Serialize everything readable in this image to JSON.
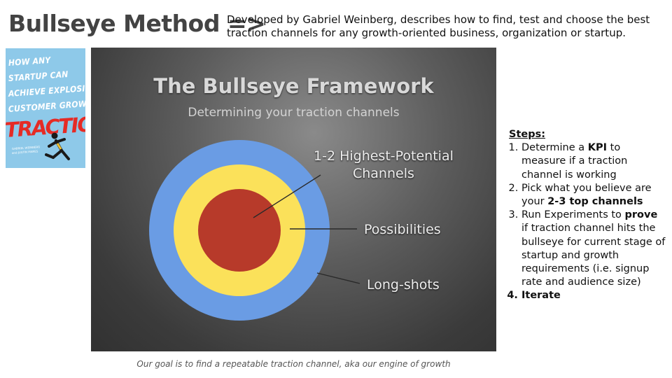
{
  "header": {
    "title": "Bullseye Method =>",
    "description": "Developed by Gabriel Weinberg, describes how to find, test and choose the best traction channels for any growth-oriented business, organization or startup."
  },
  "book": {
    "tagline": [
      "HOW ANY",
      "STARTUP CAN",
      "ACHIEVE EXPLOSIVE",
      "CUSTOMER GROWTH"
    ],
    "title": "TRACTION",
    "authors": [
      "GABRIEL WEINBERG",
      "and JUSTIN MARES"
    ]
  },
  "slide": {
    "title": "The Bullseye Framework",
    "subtitle": "Determining your traction channels",
    "rings": [
      {
        "label_lines": [
          "1-2 Highest-Potential",
          "Channels"
        ],
        "color": "#b73a2a"
      },
      {
        "label_lines": [
          "Possibilities"
        ],
        "color": "#fbe15a"
      },
      {
        "label_lines": [
          "Long-shots"
        ],
        "color": "#6a9ce4"
      }
    ]
  },
  "steps": {
    "heading": "Steps:",
    "items": [
      {
        "parts": [
          {
            "t": "Determine a "
          },
          {
            "t": "KPI",
            "b": true
          },
          {
            "t": " to measure if a traction channel is working"
          }
        ]
      },
      {
        "parts": [
          {
            "t": "Pick what you believe are your "
          },
          {
            "t": "2-3 top channels",
            "b": true
          }
        ]
      },
      {
        "parts": [
          {
            "t": "Run Experiments to "
          },
          {
            "t": "prove",
            "b": true
          },
          {
            "t": " if traction channel hits the bullseye for current stage of startup and growth requirements (i.e. signup rate and audience size)"
          }
        ]
      },
      {
        "parts": [
          {
            "t": "Iterate"
          }
        ],
        "bold": true
      }
    ]
  },
  "caption": "Our goal is to find a repeatable traction channel, aka our engine of growth",
  "colors": {
    "title": "#434343",
    "book_bg": "#8ec9e9",
    "book_title": "#e52b25",
    "slide_bg": "#3b3b3b"
  }
}
